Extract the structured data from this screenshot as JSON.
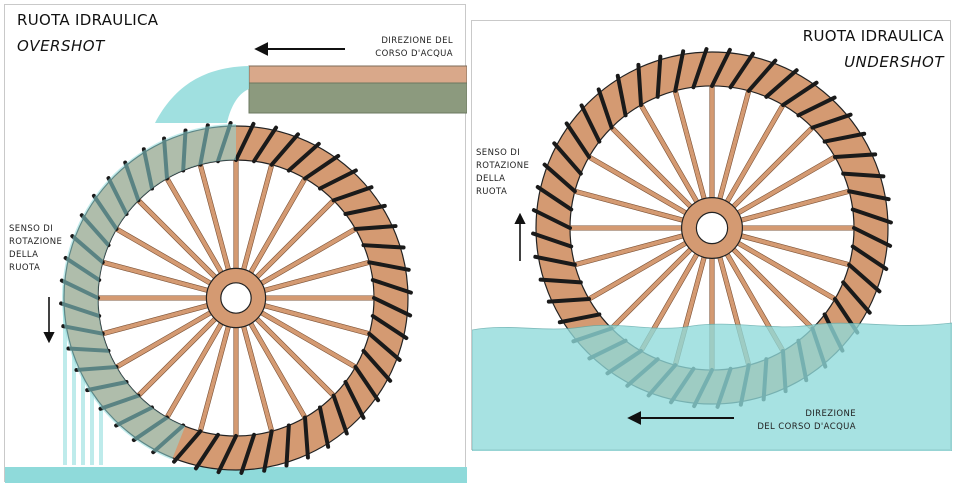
{
  "overshot": {
    "title": "RUOTA IDRAULICA",
    "subtitle": "OVERSHOT",
    "flow_label_line1": "DIREZIONE DEL",
    "flow_label_line2": "CORSO D'ACQUA",
    "rotation_label": [
      "SENSO DI",
      "ROTAZIONE",
      "DELLA",
      "RUOTA"
    ]
  },
  "undershot": {
    "title": "RUOTA IDRAULICA",
    "subtitle": "UNDERSHOT",
    "flow_label_line1": "DIREZIONE",
    "flow_label_line2": "DEL CORSO D'ACQUA",
    "rotation_label": [
      "SENSO DI",
      "ROTAZIONE",
      "DELLA",
      "RUOTA"
    ]
  },
  "colors": {
    "wood": "#d49a72",
    "wood_dark": "#1a1a1a",
    "water": "#8fdada",
    "water_light": "#aee6e6",
    "channel_top": "#d9a88a",
    "channel_bottom": "#8c9a7e",
    "line": "#222222"
  }
}
